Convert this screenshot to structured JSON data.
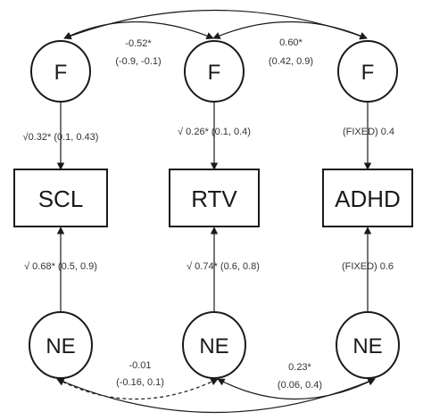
{
  "factors": [
    {
      "label": "F"
    },
    {
      "label": "F"
    },
    {
      "label": "F"
    }
  ],
  "measures": [
    {
      "label": "SCL"
    },
    {
      "label": "RTV"
    },
    {
      "label": "ADHD"
    }
  ],
  "ne_nodes": [
    {
      "label": "NE"
    },
    {
      "label": "NE"
    },
    {
      "label": "NE"
    }
  ],
  "loadings_top": [
    "√0.32* (0.1, 0.43)",
    "√ 0.26* (0.1, 0.4)",
    "(FIXED) 0.4"
  ],
  "loadings_bottom": [
    "√ 0.68* (0.5, 0.9)",
    "√ 0.74* (0.6, 0.8)",
    "(FIXED) 0.6"
  ],
  "correlations_top": [
    {
      "value": "-0.52*",
      "ci": "(-0.9, -0.1)"
    },
    {
      "value": "0.60*",
      "ci": "(0.42, 0.9)"
    }
  ],
  "correlations_bottom": [
    {
      "value": "-0.01",
      "ci": "(-0.16, 0.1)",
      "style": "dashed"
    },
    {
      "value": "0.23*",
      "ci": "(0.06, 0.4)",
      "style": "solid"
    }
  ]
}
